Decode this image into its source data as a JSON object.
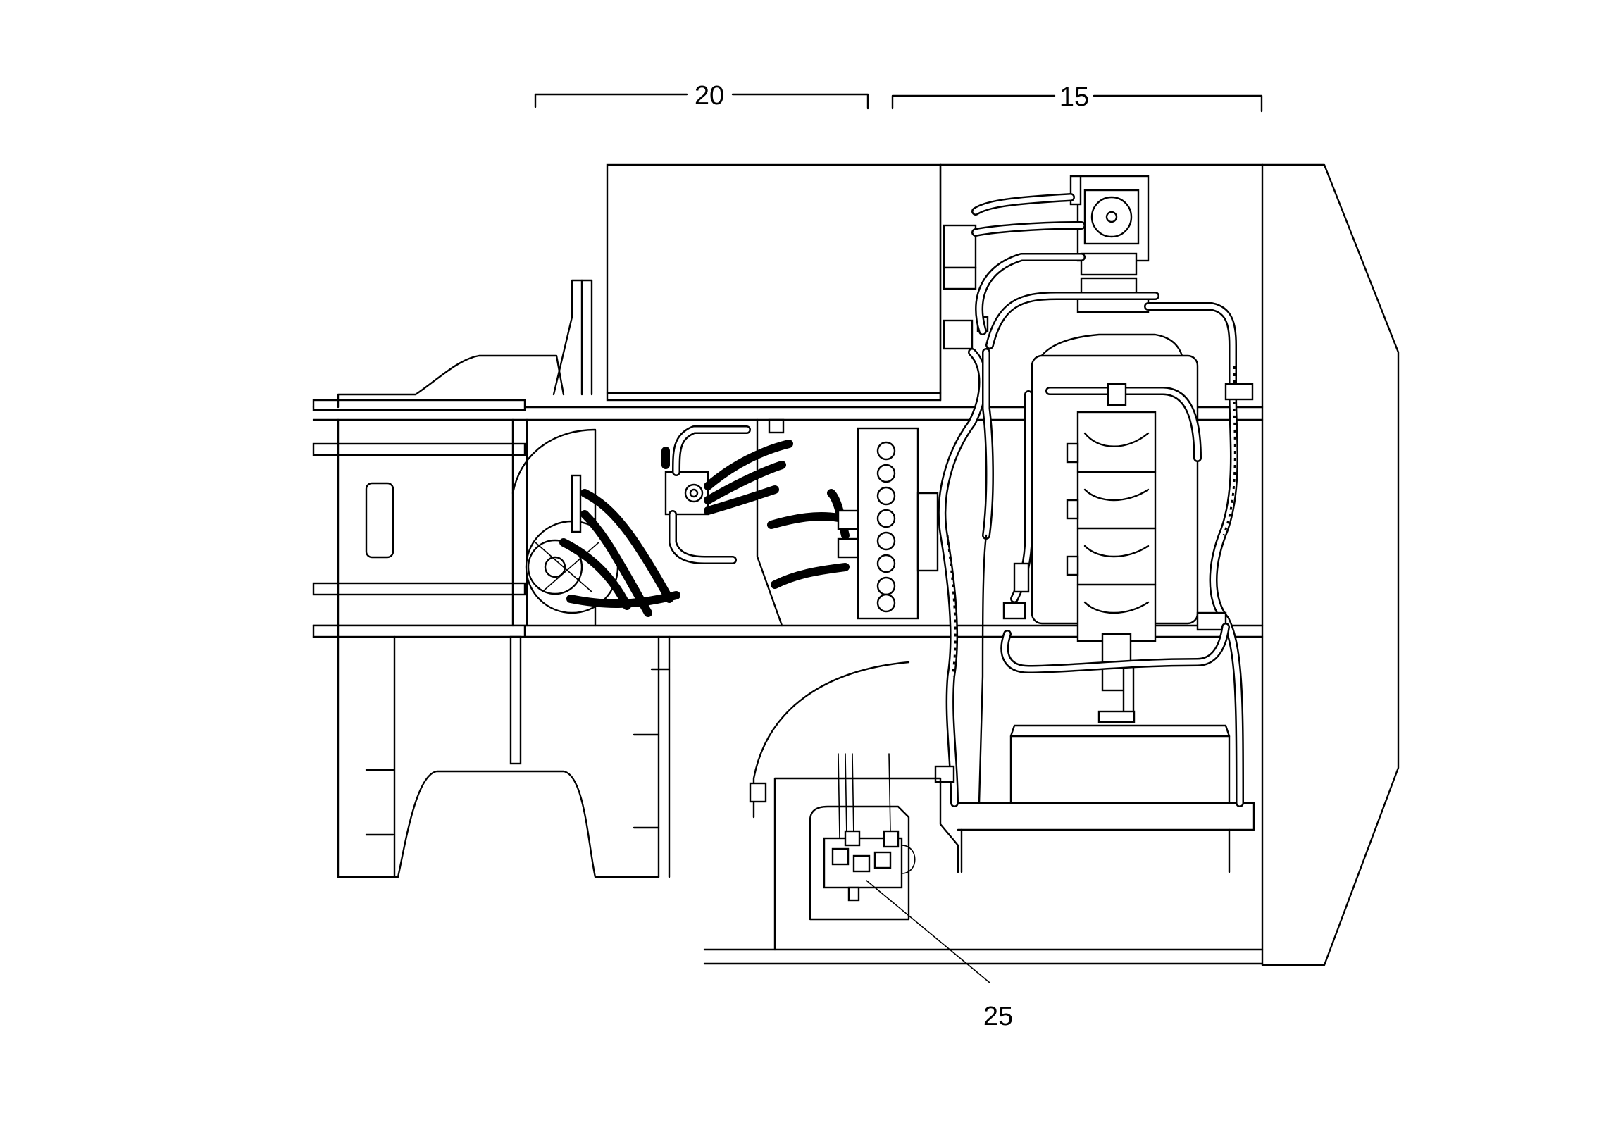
{
  "callouts": {
    "assembly_left": "20",
    "assembly_right": "15",
    "component_bottom": "25"
  },
  "colors": {
    "line": "#000000",
    "background": "#ffffff"
  }
}
